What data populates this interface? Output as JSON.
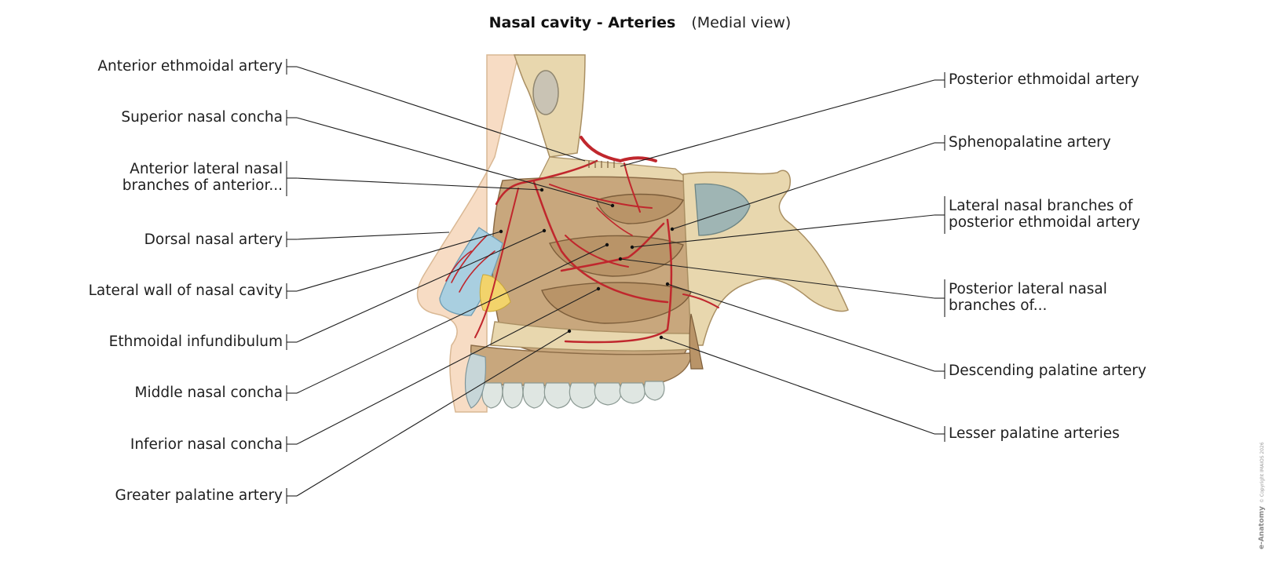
{
  "title": "Nasal cavity - Arteries",
  "subtitle": "(Medial view)",
  "labels_left": [
    {
      "lines": [
        "Anterior ethmoidal artery"
      ]
    },
    {
      "lines": [
        "Superior nasal concha"
      ]
    },
    {
      "lines": [
        "Anterior lateral nasal",
        "branches of anterior..."
      ]
    },
    {
      "lines": [
        "Dorsal nasal artery"
      ]
    },
    {
      "lines": [
        "Lateral wall of nasal cavity"
      ]
    },
    {
      "lines": [
        "Ethmoidal infundibulum"
      ]
    },
    {
      "lines": [
        "Middle nasal concha"
      ]
    },
    {
      "lines": [
        "Inferior nasal concha"
      ]
    },
    {
      "lines": [
        "Greater palatine artery"
      ]
    }
  ],
  "labels_right": [
    {
      "lines": [
        "Posterior ethmoidal artery"
      ]
    },
    {
      "lines": [
        "Sphenopalatine artery"
      ]
    },
    {
      "lines": [
        "Lateral nasal branches of",
        "posterior ethmoidal artery"
      ]
    },
    {
      "lines": [
        "Posterior lateral nasal",
        "branches of..."
      ]
    },
    {
      "lines": [
        "Descending palatine artery"
      ]
    },
    {
      "lines": [
        "Lesser palatine arteries"
      ]
    }
  ],
  "watermark": {
    "brand": "e-Anatomy",
    "copyright": "© Copyright IMAIOS 2026"
  },
  "colors": {
    "artery": "#c0272d",
    "bone": "#e8d7ae",
    "tissue": "#c8a77d",
    "mucosa": "#a9cfe0",
    "skin": "#f7dcc4"
  }
}
